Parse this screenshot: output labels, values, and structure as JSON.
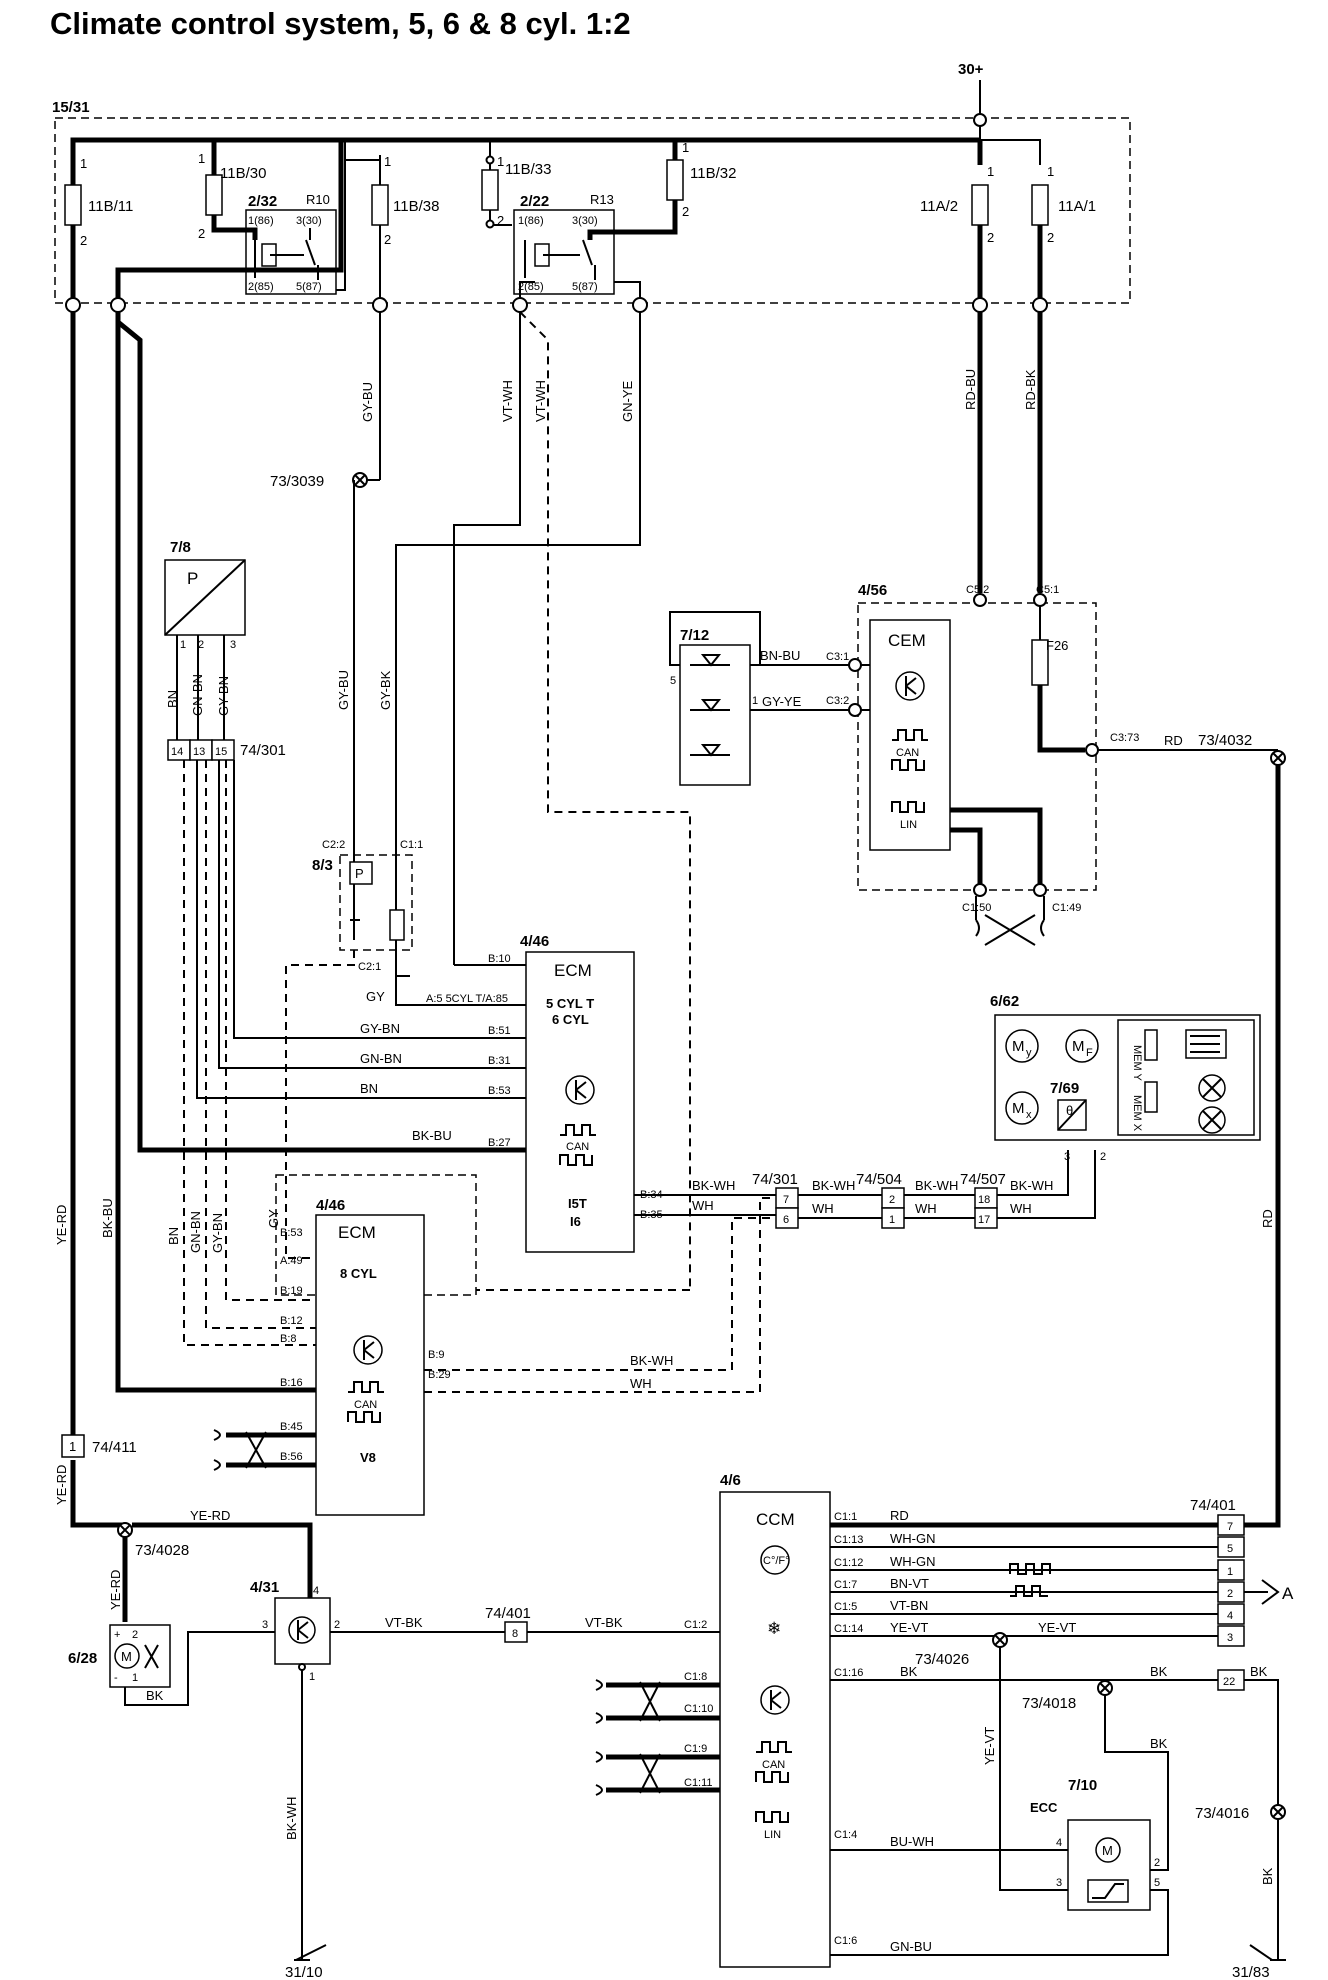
{
  "title": "Climate control system, 5, 6 & 8 cyl. 1:2",
  "supply": "30+",
  "fusebox": {
    "id": "15/31",
    "fuses": [
      "11B/11",
      "11B/30",
      "11B/38",
      "11B/33",
      "11B/32",
      "11A/2",
      "11A/1"
    ],
    "relays": [
      {
        "id": "2/32",
        "name": "R10",
        "pins": [
          "1(86)",
          "3(30)",
          "2(85)",
          "5(87)"
        ]
      },
      {
        "id": "2/22",
        "name": "R13",
        "pins": [
          "1(86)",
          "3(30)",
          "2(85)",
          "5(87)"
        ]
      }
    ]
  },
  "wires": {
    "gy_bu": "GY-BU",
    "vt_wh": "VT-WH",
    "gn_ye": "GN-YE",
    "rd_bu": "RD-BU",
    "rd_bk": "RD-BK",
    "bn": "BN",
    "gn_bn": "GN-BN",
    "gy_bn": "GY-BN",
    "gy_bk": "GY-BK",
    "gy": "GY",
    "bk_bu": "BK-BU",
    "bk_wh": "BK-WH",
    "wh": "WH",
    "bn_bu": "BN-BU",
    "gy_ye": "GY-YE",
    "rd": "RD",
    "ye_rd": "YE-RD",
    "vt_bk": "VT-BK",
    "wh_gn": "WH-GN",
    "bn_vt": "BN-VT",
    "vt_bn": "VT-BN",
    "ye_vt": "YE-VT",
    "bk": "BK",
    "bu_wh": "BU-WH",
    "gn_bu": "GN-BU"
  },
  "splices": [
    "73/3039",
    "73/4032",
    "73/4028",
    "73/4026",
    "73/4018",
    "73/4016"
  ],
  "components": {
    "pressure": {
      "id": "7/8",
      "symbol": "P",
      "pins": [
        "1",
        "2",
        "3"
      ]
    },
    "conn_74_301": {
      "id": "74/301",
      "pins": [
        "14",
        "13",
        "15"
      ],
      "pins2": [
        "7",
        "6"
      ]
    },
    "pressure_switch": {
      "id": "8/3",
      "c1": "C1:1",
      "c22": "C2:2",
      "c21": "C2:1",
      "symbol": "P"
    },
    "ecm_5_6": {
      "id": "4/46",
      "name": "ECM",
      "line1": "5 CYL T",
      "line2": "6 CYL",
      "line3": "I5T",
      "line4": "I6",
      "can": "CAN",
      "pins": [
        "B:10",
        "A:5 5CYL T/A:85",
        "B:51",
        "B:31",
        "B:53",
        "B:27",
        "B:34",
        "B:35"
      ]
    },
    "ecm_8": {
      "id": "4/46",
      "name": "ECM",
      "line1": "8 CYL",
      "line2": "V8",
      "can": "CAN",
      "pins": [
        "B:53",
        "A:49",
        "B:19",
        "B:12",
        "B:8",
        "B:16",
        "B:45",
        "B:56",
        "B:9",
        "B:29"
      ]
    },
    "sensor_7_12": {
      "id": "7/12",
      "pin5": "5",
      "pin1": "1"
    },
    "cem": {
      "id": "4/56",
      "name": "CEM",
      "can": "CAN",
      "lin": "LIN",
      "pins": [
        "C3:1",
        "C3:2",
        "C5:2",
        "C5:1",
        "C3:73",
        "C1:50",
        "C1:49"
      ],
      "fuse": "F26"
    },
    "blend": {
      "id": "6/62",
      "sub": "7/69",
      "my": "M",
      "my_sub": "y",
      "mf": "M",
      "mf_sub": "F",
      "mx": "M",
      "mx_sub": "x",
      "theta": "θ",
      "pin3": "3",
      "pin2": "2",
      "memy": "MEM Y",
      "memx": "MEM X"
    },
    "conn_74_504": {
      "id": "74/504",
      "pins": [
        "2",
        "1"
      ]
    },
    "conn_74_507": {
      "id": "74/507",
      "pins": [
        "18",
        "17"
      ]
    },
    "conn_74_411": {
      "id": "74/411",
      "pin": "1"
    },
    "fan": {
      "id": "6/28",
      "plus": "+",
      "minus": "-",
      "pin2": "2",
      "pin1": "1"
    },
    "fan_ctrl": {
      "id": "4/31",
      "pins": [
        "3",
        "4",
        "2",
        "1"
      ]
    },
    "conn_74_401": {
      "id": "74/401",
      "pin8": "8",
      "pins": [
        "7",
        "5",
        "1",
        "2",
        "4",
        "3",
        "22"
      ]
    },
    "ccm": {
      "id": "4/6",
      "name": "CCM",
      "unit": "C°/F°",
      "can": "CAN",
      "lin": "LIN",
      "pins": [
        "C1:1",
        "C1:13",
        "C1:12",
        "C1:7",
        "C1:5",
        "C1:14",
        "C1:16",
        "C1:4",
        "C1:6",
        "C1:2",
        "C1:8",
        "C1:10",
        "C1:9",
        "C1:11"
      ]
    },
    "ecc": {
      "id": "7/10",
      "name": "ECC",
      "pins": [
        "4",
        "3",
        "2",
        "5"
      ]
    }
  },
  "grounds": [
    "31/10",
    "31/83"
  ],
  "arrow_label": "A"
}
